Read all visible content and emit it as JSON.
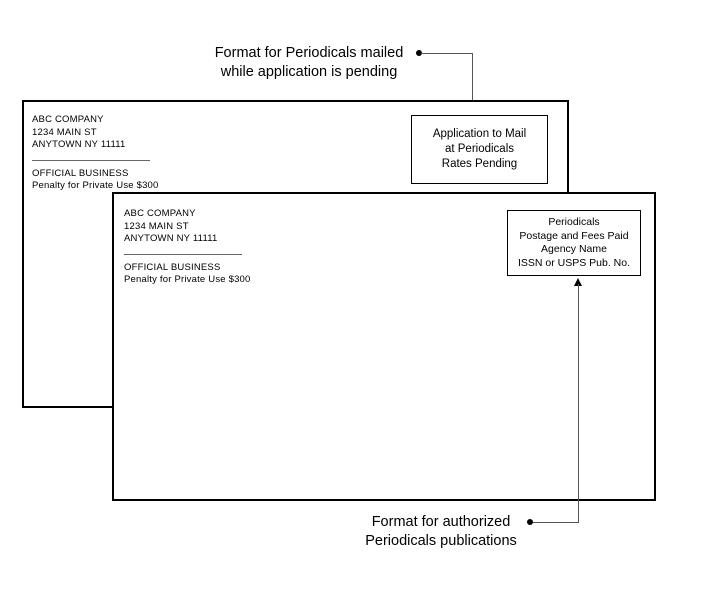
{
  "captions": {
    "top": "Format for Periodicals mailed\nwhile application is pending",
    "bottom": "Format for authorized\nPeriodicals publications"
  },
  "envelopes": [
    {
      "id": "pending",
      "address": {
        "company": "ABC COMPANY",
        "street": "1234 MAIN ST",
        "city_state_zip": "ANYTOWN NY 11111",
        "official_business": "OFFICIAL BUSINESS",
        "penalty": "Penalty for Private Use $300"
      },
      "permit_box": {
        "lines": [
          "Application to Mail",
          "at Periodicals",
          "Rates Pending"
        ]
      }
    },
    {
      "id": "authorized",
      "address": {
        "company": "ABC COMPANY",
        "street": "1234 MAIN ST",
        "city_state_zip": "ANYTOWN NY 11111",
        "official_business": "OFFICIAL BUSINESS",
        "penalty": "Penalty for Private Use $300"
      },
      "permit_box": {
        "lines": [
          "Periodicals",
          "Postage and Fees Paid",
          "Agency Name",
          "ISSN or USPS Pub. No."
        ]
      }
    }
  ],
  "colors": {
    "ink": "#000000",
    "leader": "#555555",
    "rule": "#666666",
    "paper": "#ffffff"
  }
}
